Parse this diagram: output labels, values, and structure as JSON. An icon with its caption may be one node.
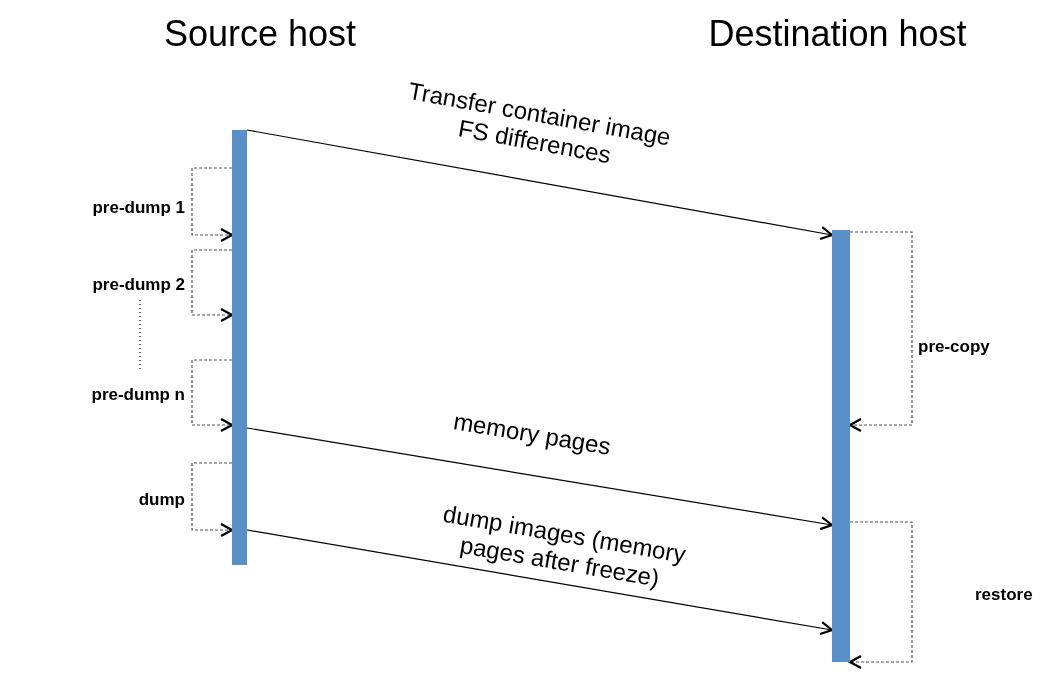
{
  "diagram": {
    "nodes": [
      {
        "text": [],
        "shape": "bar"
      },
      {
        "text": [],
        "shape": "bar"
      }
    ],
    "labels": [
      "Source host",
      "Destination host"
    ],
    "edges": [
      {
        "from": 0,
        "to": 1,
        "arrow": "to",
        "label": "Transfer container image FS differences"
      },
      {
        "from": 0,
        "to": 0,
        "arrow": "to",
        "style": "dashed",
        "label": "pre-dump 1"
      },
      {
        "from": 1,
        "to": 1,
        "arrow": "to",
        "style": "dashed",
        "label": "pre-copy"
      },
      {
        "from": 0,
        "to": 0,
        "arrow": "to",
        "style": "dashed",
        "label": "pre-dump 2"
      },
      {
        "from": 0,
        "to": 0,
        "arrow": "to",
        "style": "dashed",
        "label": "pre-dump n"
      },
      {
        "from": 0,
        "to": 1,
        "arrow": "to",
        "label": "memory pages"
      },
      {
        "from": 0,
        "to": 0,
        "arrow": "to",
        "style": "dashed",
        "label": "dump"
      },
      {
        "from": 1,
        "to": 1,
        "arrow": "to",
        "style": "dashed",
        "label": "restore"
      },
      {
        "from": 0,
        "to": 1,
        "arrow": "to",
        "label": "dump images (memory pages after freeze)"
      }
    ]
  }
}
